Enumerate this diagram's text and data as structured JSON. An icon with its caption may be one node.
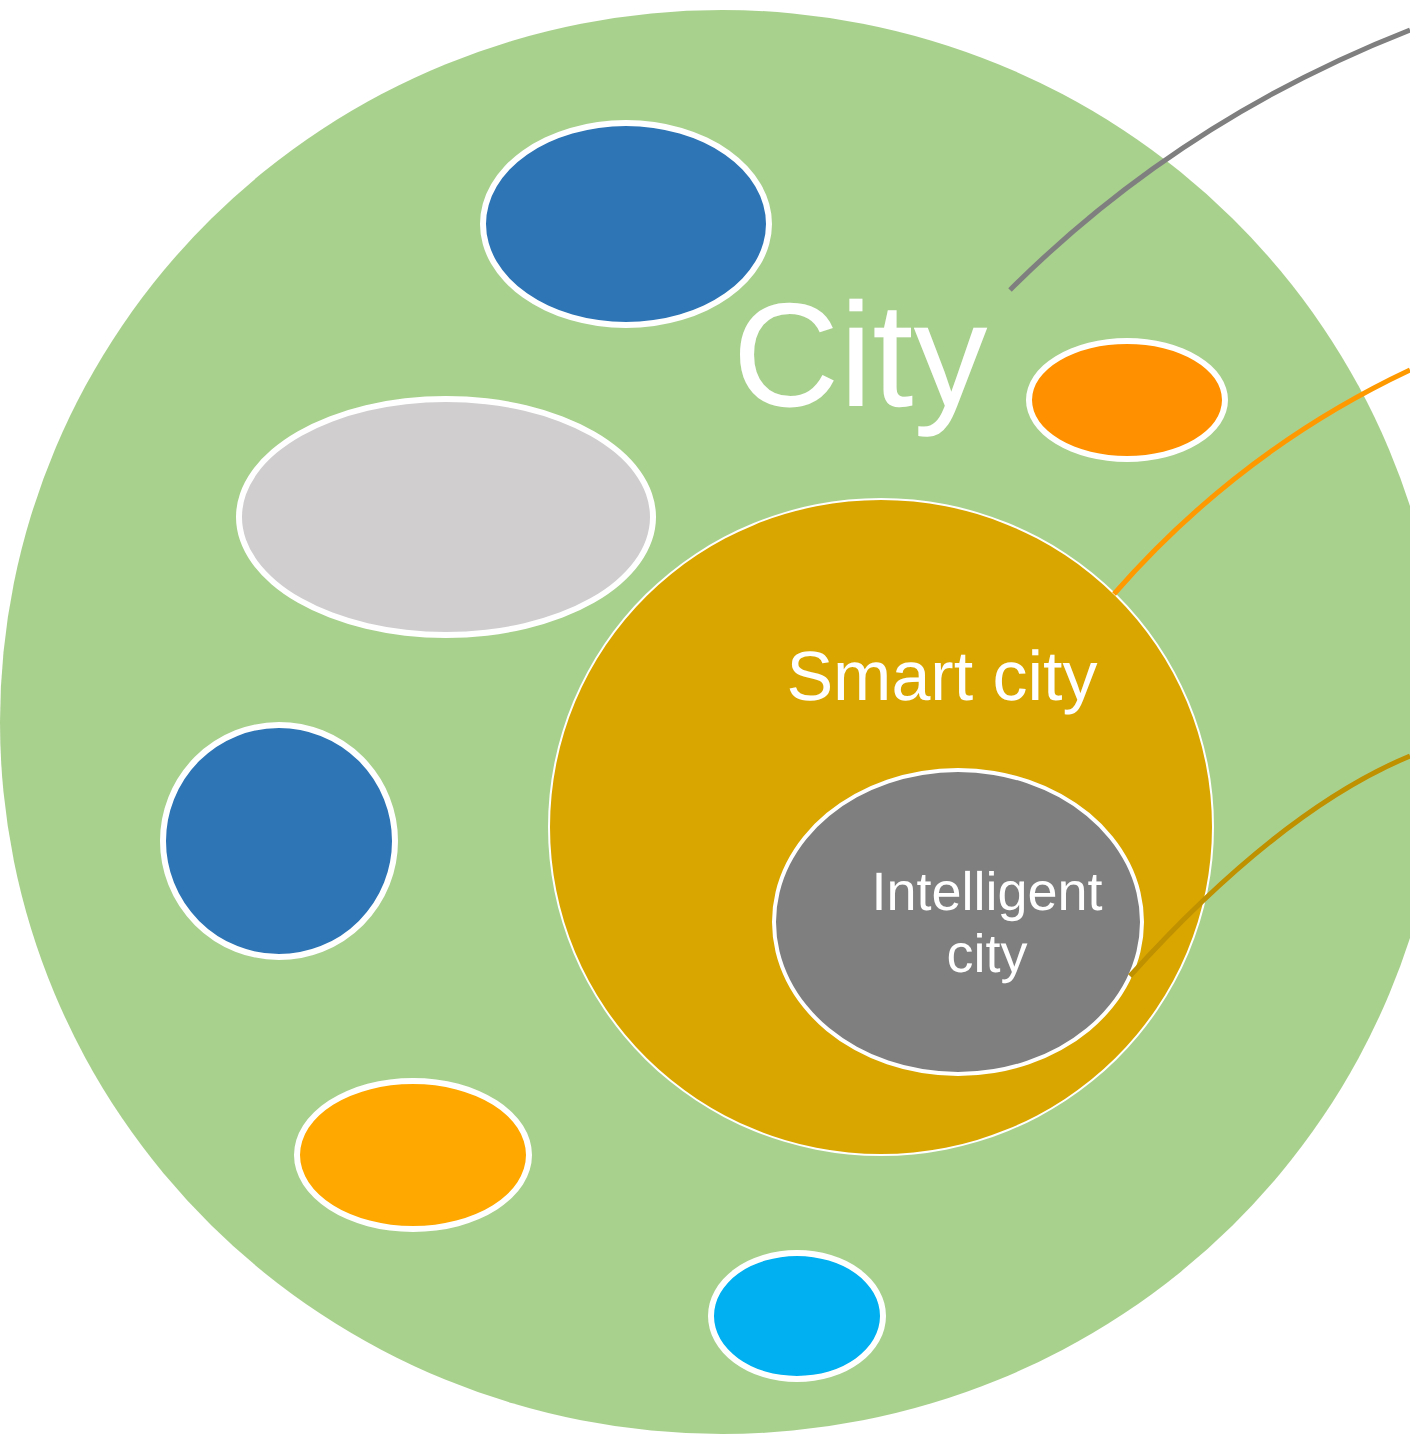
{
  "diagram": {
    "nodes": [
      {
        "text": [
          "City"
        ]
      },
      {
        "text": [],
        "shape": "ellipse",
        "in": 0
      },
      {
        "text": [],
        "shape": "ellipse",
        "in": 0
      },
      {
        "text": [],
        "shape": "ellipse",
        "in": 0
      },
      {
        "text": [
          "Smart city"
        ],
        "in": 0
      },
      {
        "text": [
          "Intelligent city"
        ],
        "in": 4
      },
      {
        "text": [],
        "shape": "circle",
        "in": 0
      },
      {
        "text": [],
        "shape": "ellipse",
        "in": 0
      },
      {
        "text": [],
        "shape": "ellipse",
        "in": 0
      }
    ],
    "edges": [
      {
        "from": 0,
        "to": null,
        "arrow": "none",
        "color": "#7f7f7f"
      },
      {
        "from": 4,
        "to": null,
        "arrow": "none",
        "color": "#ff9900"
      },
      {
        "from": 5,
        "to": null,
        "arrow": "none",
        "color": "#bf9000"
      }
    ]
  }
}
